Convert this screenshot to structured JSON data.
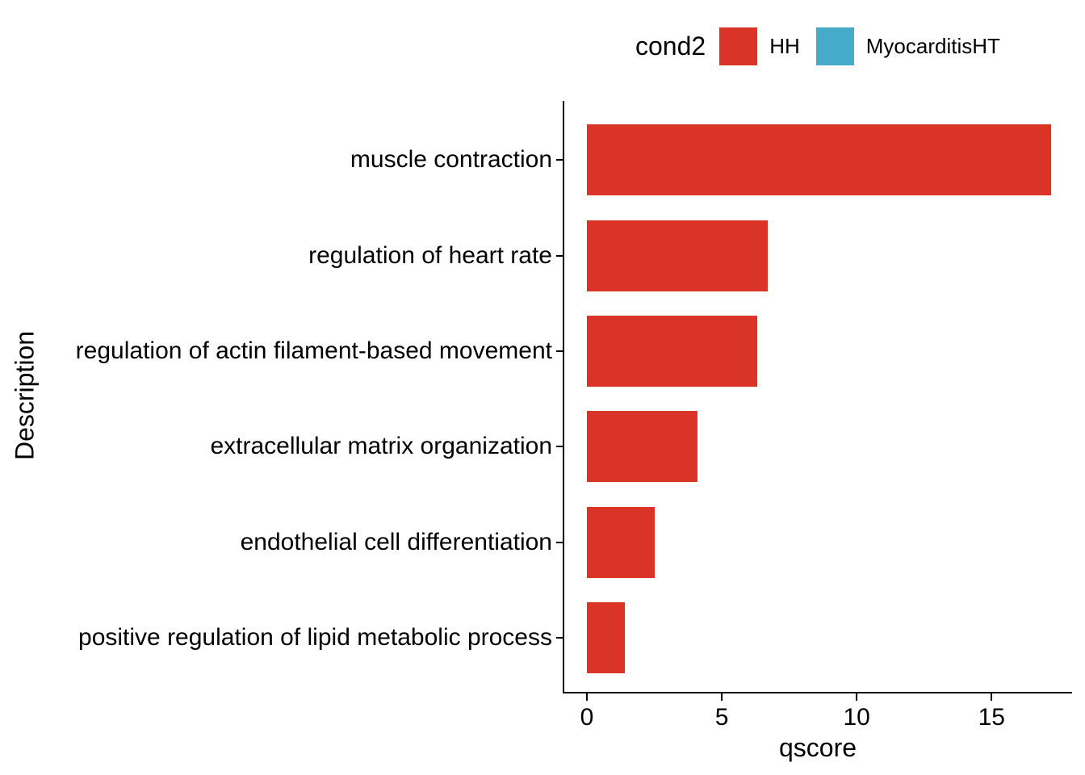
{
  "chart_data": {
    "type": "bar",
    "orientation": "horizontal",
    "categories": [
      "muscle contraction",
      "regulation of heart rate",
      "regulation of actin filament-based movement",
      "extracellular matrix organization",
      "endothelial cell differentiation",
      "positive regulation of lipid metabolic process"
    ],
    "series": [
      {
        "name": "HH",
        "color": "#DA3327",
        "values": [
          17.2,
          6.7,
          6.3,
          4.1,
          2.5,
          1.4
        ]
      }
    ],
    "legend": {
      "title": "cond2",
      "position": "top",
      "entries": [
        {
          "label": "HH",
          "color": "#DA3327"
        },
        {
          "label": "MyocarditisHT",
          "color": "#45ABC9"
        }
      ]
    },
    "xlabel": "qscore",
    "ylabel": "Description",
    "x_ticks": [
      0,
      5,
      10,
      15
    ],
    "xlim": [
      0,
      18
    ],
    "grid": false,
    "axis_color": "#000000",
    "background": "#ffffff"
  }
}
